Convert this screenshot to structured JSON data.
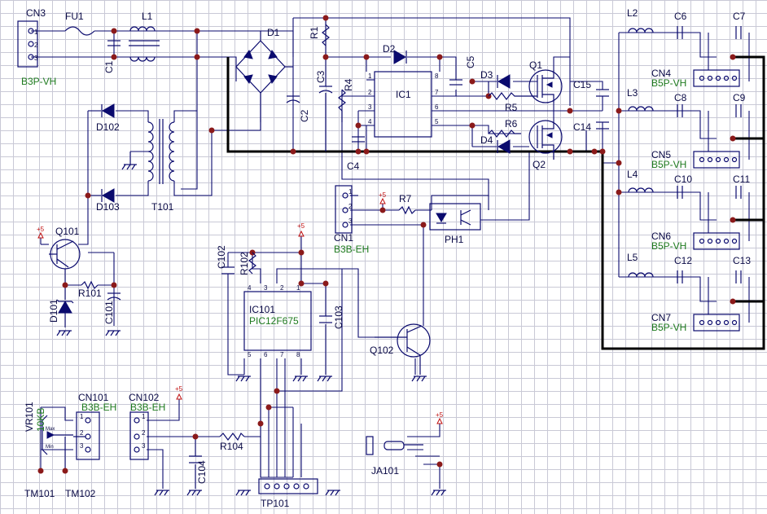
{
  "schematic": {
    "connectors": {
      "cn3": {
        "ref": "CN3",
        "value": "B3P-VH",
        "pins": [
          "1",
          "2",
          "3"
        ]
      },
      "cn1": {
        "ref": "CN1",
        "value": "B3B-EH",
        "pins": [
          "1",
          "2",
          "3"
        ]
      },
      "cn101": {
        "ref": "CN101",
        "value": "B3B-EH",
        "pins": [
          "1",
          "2",
          "3"
        ]
      },
      "cn102": {
        "ref": "CN102",
        "value": "B3B-EH",
        "pins": [
          "1",
          "2",
          "3"
        ]
      },
      "cn4": {
        "ref": "CN4",
        "value": "B5P-VH"
      },
      "cn5": {
        "ref": "CN5",
        "value": "B5P-VH"
      },
      "cn6": {
        "ref": "CN6",
        "value": "B5P-VH"
      },
      "cn7": {
        "ref": "CN7",
        "value": "B5P-VH"
      },
      "tp101": {
        "ref": "TP101"
      },
      "ja101": {
        "ref": "JA101"
      }
    },
    "ics": {
      "ic1": {
        "ref": "IC1",
        "pins": [
          "1",
          "2",
          "3",
          "4",
          "5",
          "6",
          "7",
          "8"
        ]
      },
      "ic101": {
        "ref": "IC101",
        "value": "PIC12F675",
        "pins": [
          "1",
          "2",
          "3",
          "4",
          "5",
          "6",
          "7",
          "8"
        ]
      }
    },
    "transistors": {
      "q1": "Q1",
      "q2": "Q2",
      "q101": "Q101",
      "q102": "Q102"
    },
    "opto": {
      "ph1": "PH1"
    },
    "diodes": {
      "d1": "D1",
      "d2": "D2",
      "d3": "D3",
      "d4": "D4",
      "d101": "D101",
      "d102": "D102",
      "d103": "D103"
    },
    "resistors": {
      "r1": "R1",
      "r4": "R4",
      "r5": "R5",
      "r6": "R6",
      "r7": "R7",
      "r101": "R101",
      "r102": "R102",
      "r104": "R104"
    },
    "capacitors": {
      "c1": "C1",
      "c2": "C2",
      "c3": "C3",
      "c4": "C4",
      "c5": "C5",
      "c6": "C6",
      "c7": "C7",
      "c8": "C8",
      "c9": "C9",
      "c10": "C10",
      "c11": "C11",
      "c12": "C12",
      "c13": "C13",
      "c14": "C14",
      "c15": "C15",
      "c101": "C101",
      "c102": "C102",
      "c103": "C103",
      "c104": "C104"
    },
    "inductors": {
      "l1": "L1",
      "l2": "L2",
      "l3": "L3",
      "l4": "L4",
      "l5": "L5",
      "t101": "T101"
    },
    "misc": {
      "fu1": "FU1",
      "vr101": "VR101",
      "vr101_value": "10KB",
      "vr_max": "Max",
      "vr_min": "Min",
      "tm101": "TM101",
      "tm102": "TM102"
    },
    "power_label": "+5"
  },
  "colors": {
    "wire": "#0a0a6e",
    "bus": "#000000",
    "junction": "#8b1a1a",
    "value_text": "#1e7a1e",
    "power": "#c01010",
    "grid": "#c9c9d6"
  }
}
